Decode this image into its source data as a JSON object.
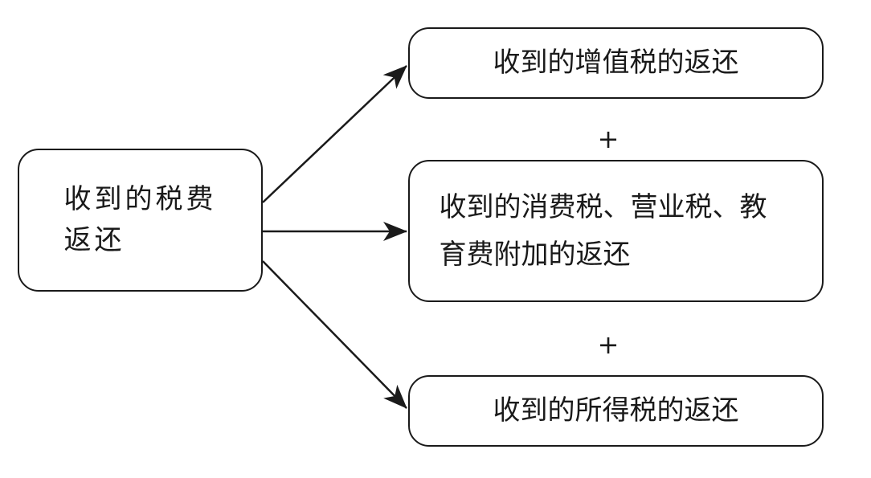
{
  "source": {
    "label": "收到的税费返还"
  },
  "targets": [
    {
      "label": "收到的增值税的返还"
    },
    {
      "label": "收到的消费税、营业税、教育费附加的返还"
    },
    {
      "label": "收到的所得税的返还"
    }
  ],
  "operators": [
    "+",
    "+"
  ],
  "colors": {
    "stroke": "#1a1a1a",
    "background": "#ffffff"
  }
}
